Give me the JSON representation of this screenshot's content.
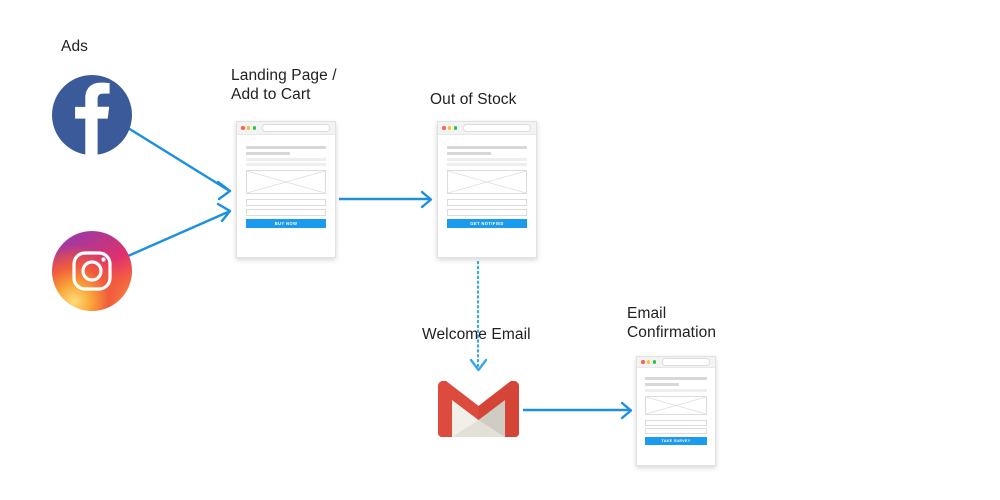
{
  "diagram": {
    "title_labels": {
      "ads": "Ads",
      "landing_page": "Landing Page /\nAdd to Cart",
      "out_of_stock": "Out of Stock",
      "welcome_email": "Welcome Email",
      "email_confirmation": "Email\nConfirmation"
    },
    "colors": {
      "arrow": "#1b8fe0",
      "cta": "#1b9bed",
      "facebook": "#3b5a9a",
      "gmail_red": "#e8483c",
      "gmail_body": "#e3e0d8",
      "text": "#202124"
    },
    "nodes": [
      {
        "id": "facebook",
        "icon": "facebook-icon",
        "type": "social-circle"
      },
      {
        "id": "instagram",
        "icon": "instagram-icon",
        "type": "social-circle"
      },
      {
        "id": "landing",
        "icon": "browser-window",
        "type": "page-mockup",
        "cta": "BUY NOW"
      },
      {
        "id": "out-of-stock",
        "icon": "browser-window",
        "type": "page-mockup",
        "cta": "GET NOTIFIED"
      },
      {
        "id": "gmail",
        "icon": "gmail-icon",
        "type": "email"
      },
      {
        "id": "confirmation",
        "icon": "browser-window",
        "type": "page-mockup",
        "cta": "TAKE SURVEY"
      }
    ],
    "mockups": {
      "landing": {
        "cta_label": "BUY NOW",
        "browser_dots": [
          "red",
          "yellow",
          "green"
        ],
        "url_value": ""
      },
      "out_of_stock": {
        "cta_label": "GET NOTIFIED",
        "browser_dots": [
          "red",
          "yellow",
          "green"
        ],
        "url_value": ""
      },
      "confirmation": {
        "cta_label": "TAKE SURVEY",
        "browser_dots": [
          "red",
          "yellow",
          "green"
        ],
        "url_value": ""
      }
    },
    "connections": [
      {
        "from": "facebook",
        "to": "landing",
        "style": "solid"
      },
      {
        "from": "instagram",
        "to": "landing",
        "style": "solid"
      },
      {
        "from": "landing",
        "to": "out-of-stock",
        "style": "solid"
      },
      {
        "from": "out-of-stock",
        "to": "gmail",
        "style": "dotted"
      },
      {
        "from": "gmail",
        "to": "confirmation",
        "style": "solid"
      }
    ]
  }
}
